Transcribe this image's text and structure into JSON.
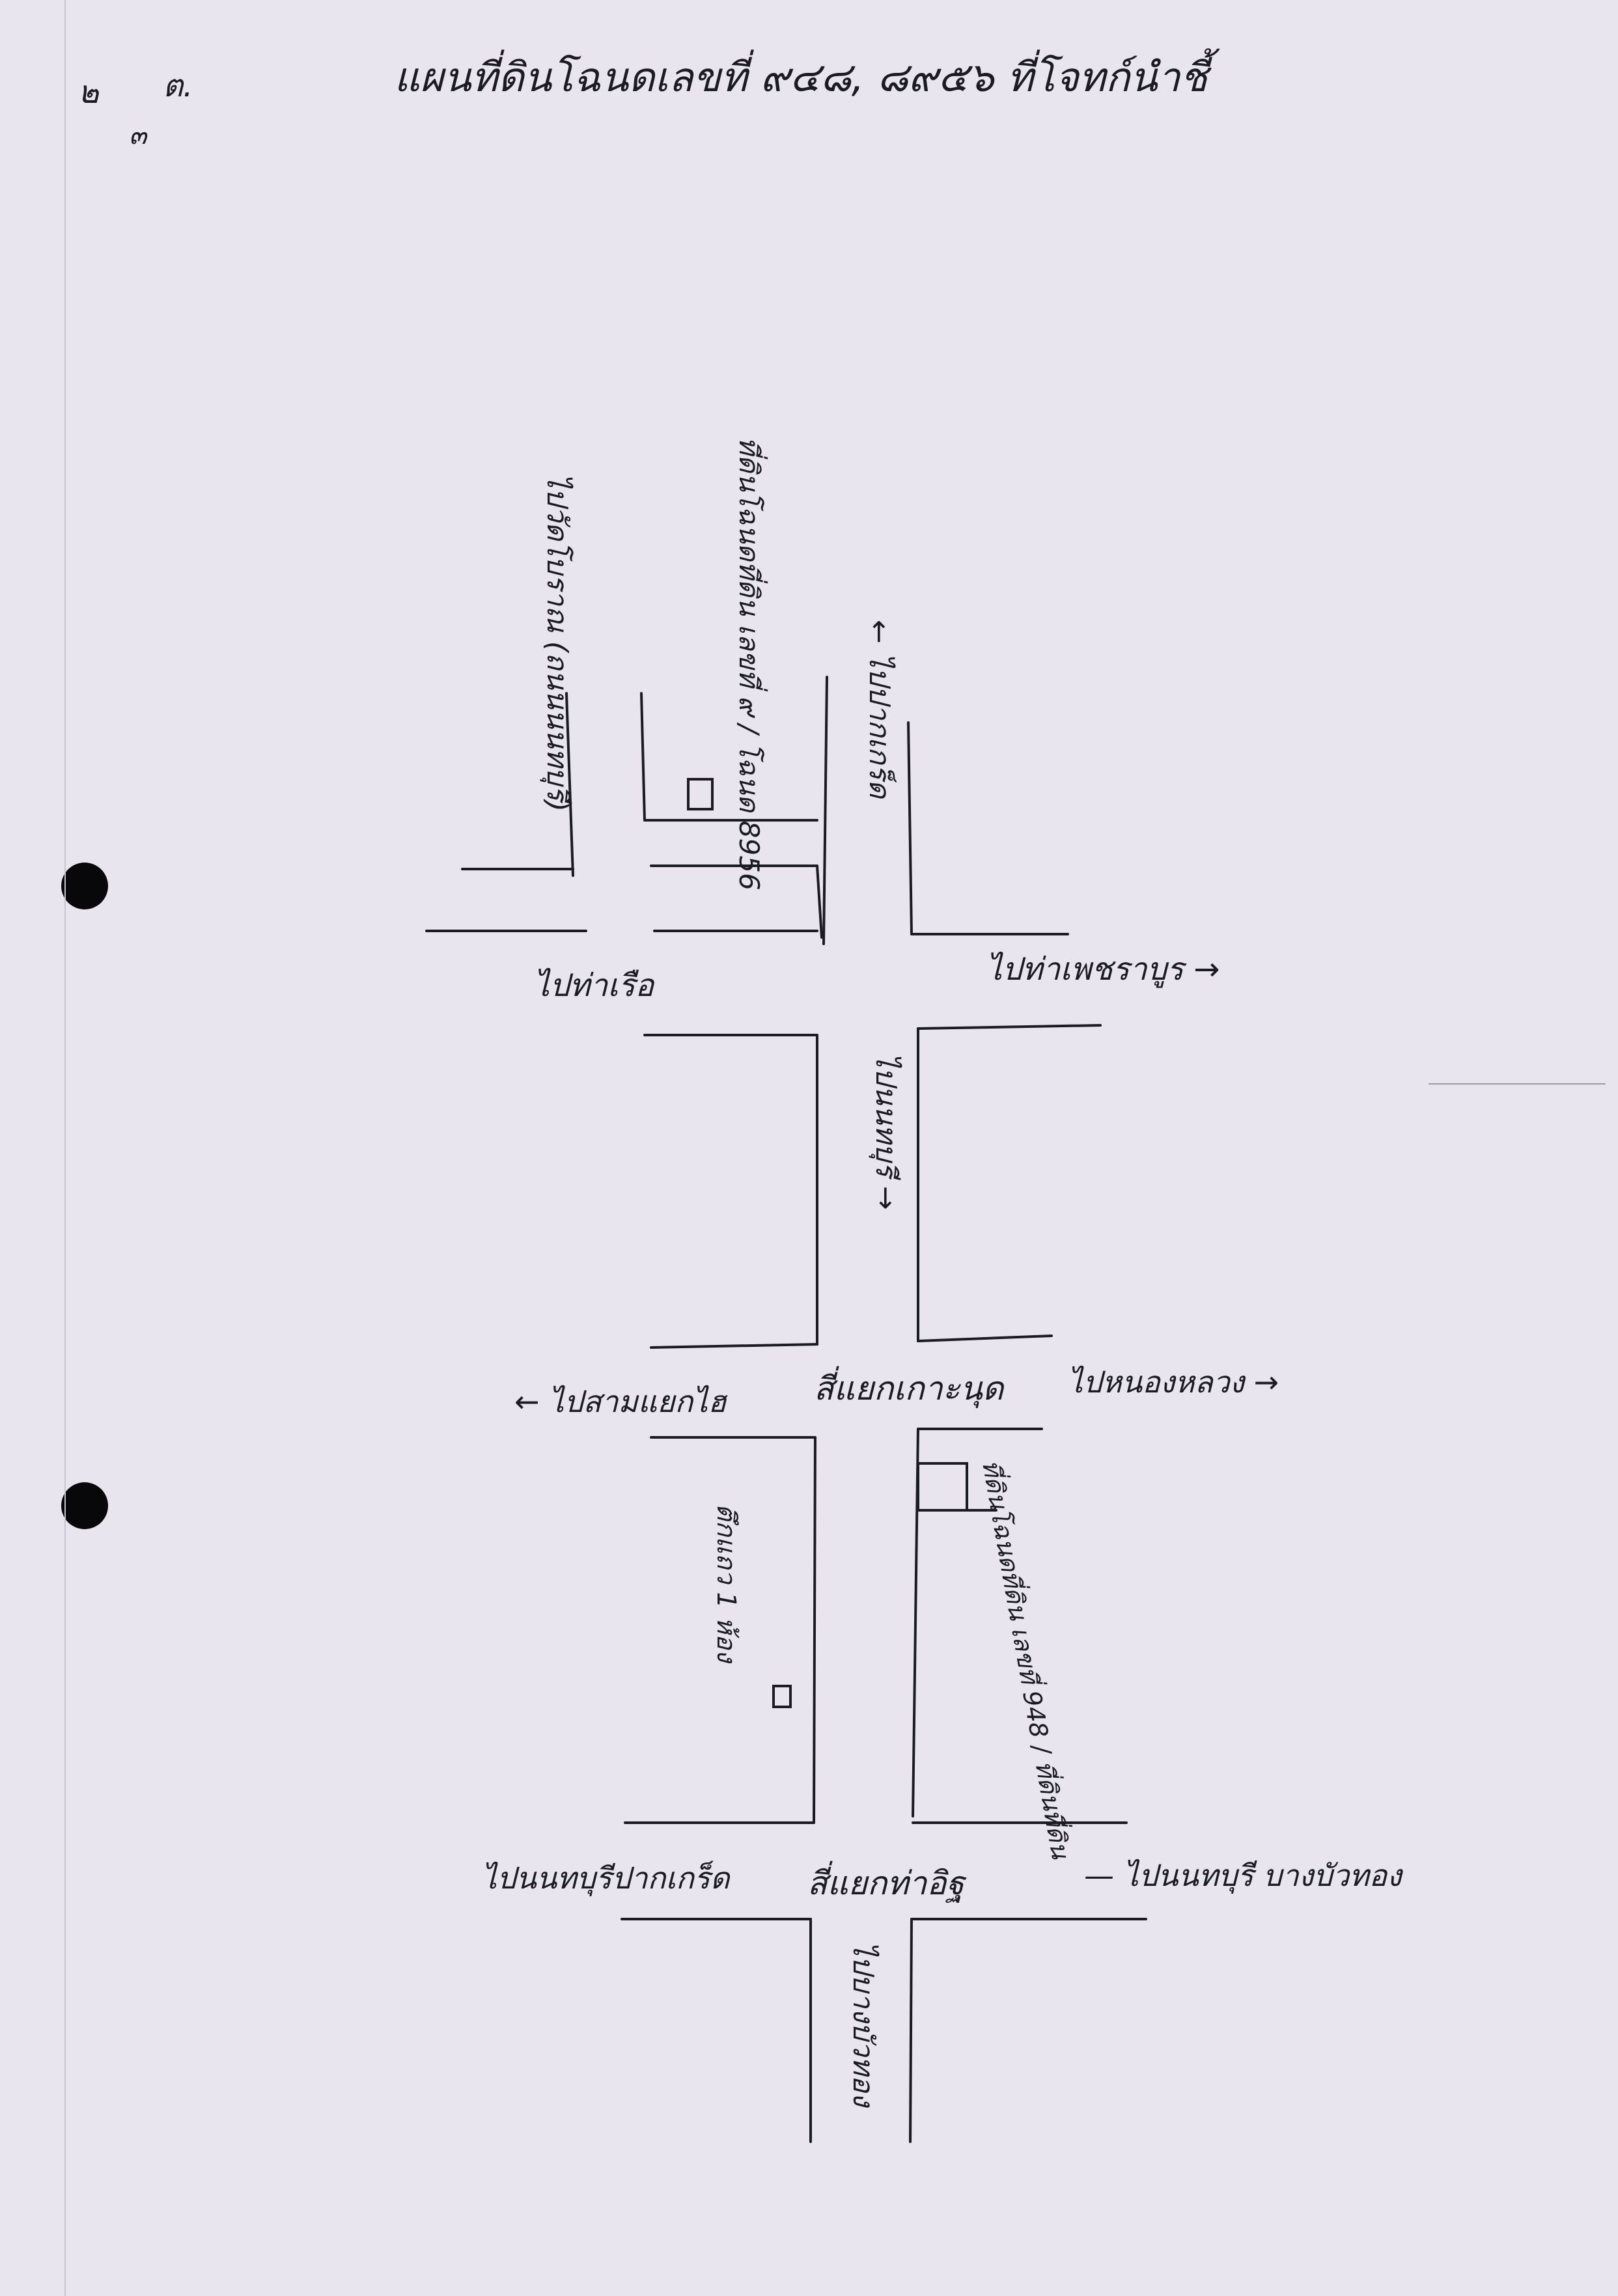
{
  "header": {
    "page_number": "๒",
    "page_suffix": "ต.",
    "page_fraction_bottom": "๓",
    "title": "แผนที่ดินโฉนดเลขที่ ๙๔๘, ๘๙๕๖ ที่โจทก์นำชี้"
  },
  "map_labels": {
    "target_plot": "ที่ดินโฉนดที่ดิน เลขที่ ๙ / โฉนด 8956",
    "road_north_left": "ไปวัดโบราณ (ถนนนนทบุรี)",
    "road_north_right": "← ไปปากเกร็ด",
    "to_west_top": "ไปท่าเรือ",
    "to_east_top": "ไปท่าเพชราบูร →",
    "road_center": "ไปนนทบุรี →",
    "to_west_mid": "← ไปสามแยกไฮ",
    "junction_mid": "สี่แยกเกาะนุด",
    "to_east_mid": "ไปหนองหลวง →",
    "plot_left_label": "ตึกแถว 1 ห้อง",
    "plot_right_label": "ที่ดินโฉนดที่ดิน เลขที่ 948 / ที่ดินที่ดิน",
    "to_west_bottom": "ไปนนทบุรีปากเกร็ด",
    "junction_bottom": "สี่แยกท่าอิฐ",
    "to_east_bottom": "— ไปนนทบุรี บางบัวทอง",
    "road_south": "ไปบางบัวทอง"
  }
}
